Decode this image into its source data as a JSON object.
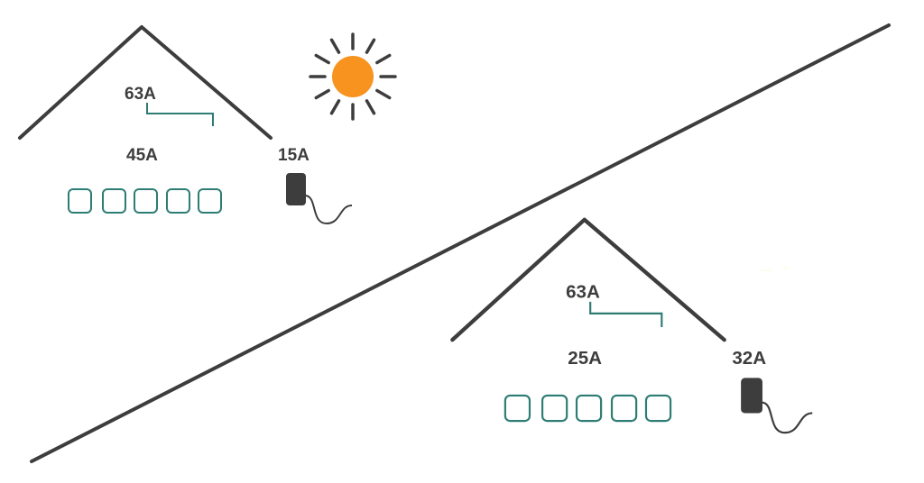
{
  "colors": {
    "outline": "#3d3d3d",
    "wiring": "#2e7d74",
    "sun": "#f7931e",
    "moon": "#f5c400"
  },
  "day": {
    "scene": "daytime",
    "main_supply": "63A",
    "home_load": "45A",
    "charger": "15A",
    "icon": "sun-icon"
  },
  "night": {
    "scene": "nighttime",
    "main_supply": "63A",
    "home_load": "25A",
    "charger": "32A",
    "icon": "moon-icon"
  },
  "appliances": [
    "cooking-pot-icon",
    "tv-icon",
    "computer-icon",
    "washing-machine-icon",
    "more-icon"
  ],
  "more_label": "···"
}
